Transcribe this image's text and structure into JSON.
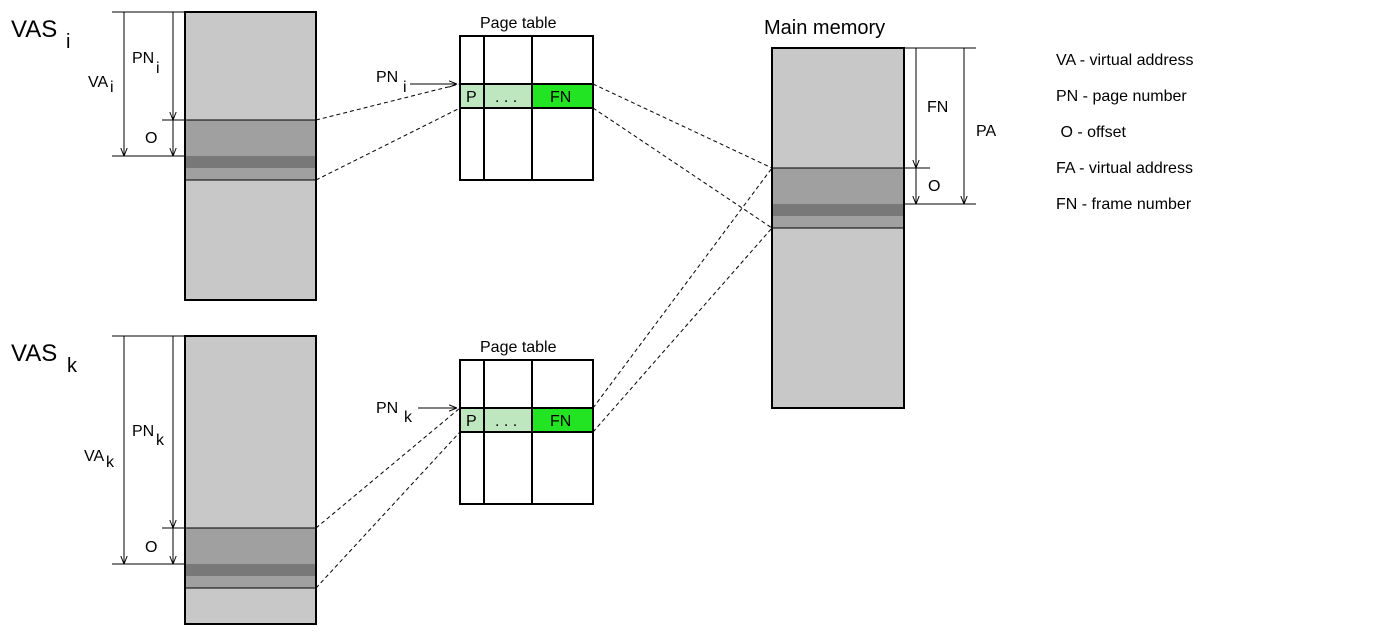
{
  "vas_i": {
    "title_main": "VAS",
    "title_sub": "i",
    "pn_main": "PN",
    "pn_sub": "i",
    "va_main": "VA",
    "va_sub": "i",
    "offset": "O"
  },
  "vas_k": {
    "title_main": "VAS",
    "title_sub": "k",
    "pn_main": "PN",
    "pn_sub": "k",
    "va_main": "VA",
    "va_sub": "k",
    "offset": "O"
  },
  "page_table_i": {
    "title": "Page  table",
    "pointer_main": "PN",
    "pointer_sub": "i",
    "cells": [
      "P",
      ". . .",
      "FN"
    ]
  },
  "page_table_k": {
    "title": "Page  table",
    "pointer_main": "PN",
    "pointer_sub": "k",
    "cells": [
      "P",
      ". . .",
      "FN"
    ]
  },
  "main_memory": {
    "title": "Main memory",
    "fn": "FN",
    "pa": "PA",
    "offset": "O"
  },
  "legend": [
    "VA - virtual address",
    "PN - page number",
    " O - offset",
    "FA - virtual address",
    "FN - frame number"
  ],
  "colors": {
    "memory_fill": "#c8c8c8",
    "page_fill": "#a0a0a0",
    "word_fill": "#787878",
    "present_cell": "#bfe7bf",
    "frame_cell": "#22e422"
  }
}
